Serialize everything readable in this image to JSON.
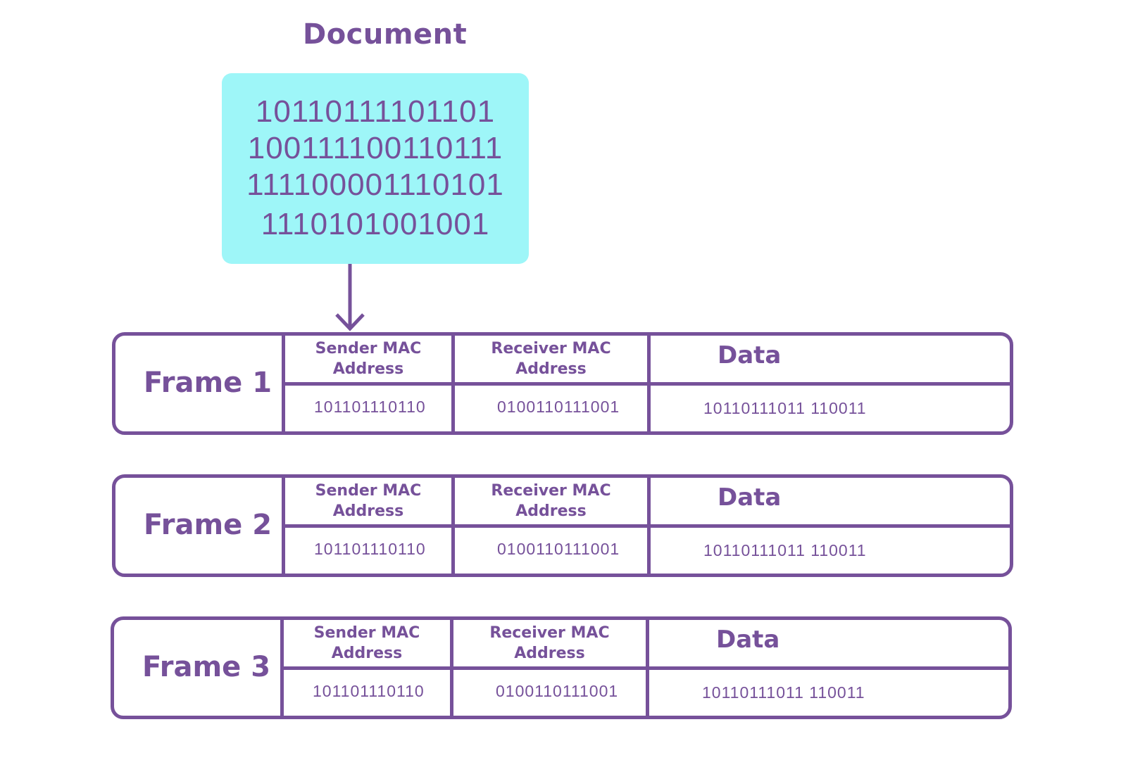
{
  "document": {
    "title": "Document",
    "lines": [
      "10110111101101",
      "100111100110111",
      "111100001110101",
      "1110101001001"
    ]
  },
  "frames": [
    {
      "label": "Frame 1",
      "sender_header": "Sender MAC\nAddress",
      "receiver_header": "Receiver MAC\nAddress",
      "data_header": "Data",
      "sender_value": "101101110110",
      "receiver_value": "0100110111001",
      "data_value": "10110111011 110011"
    },
    {
      "label": "Frame 2",
      "sender_header": "Sender MAC\nAddress",
      "receiver_header": "Receiver MAC\nAddress",
      "data_header": "Data",
      "sender_value": "101101110110",
      "receiver_value": "0100110111001",
      "data_value": "10110111011 110011"
    },
    {
      "label": "Frame 3",
      "sender_header": "Sender MAC\nAddress",
      "receiver_header": "Receiver MAC\nAddress",
      "data_header": "Data",
      "sender_value": "101101110110",
      "receiver_value": "0100110111001",
      "data_value": "10110111011 110011"
    }
  ],
  "colors": {
    "accent": "#76519a",
    "document_fill": "#9ef6f8"
  }
}
